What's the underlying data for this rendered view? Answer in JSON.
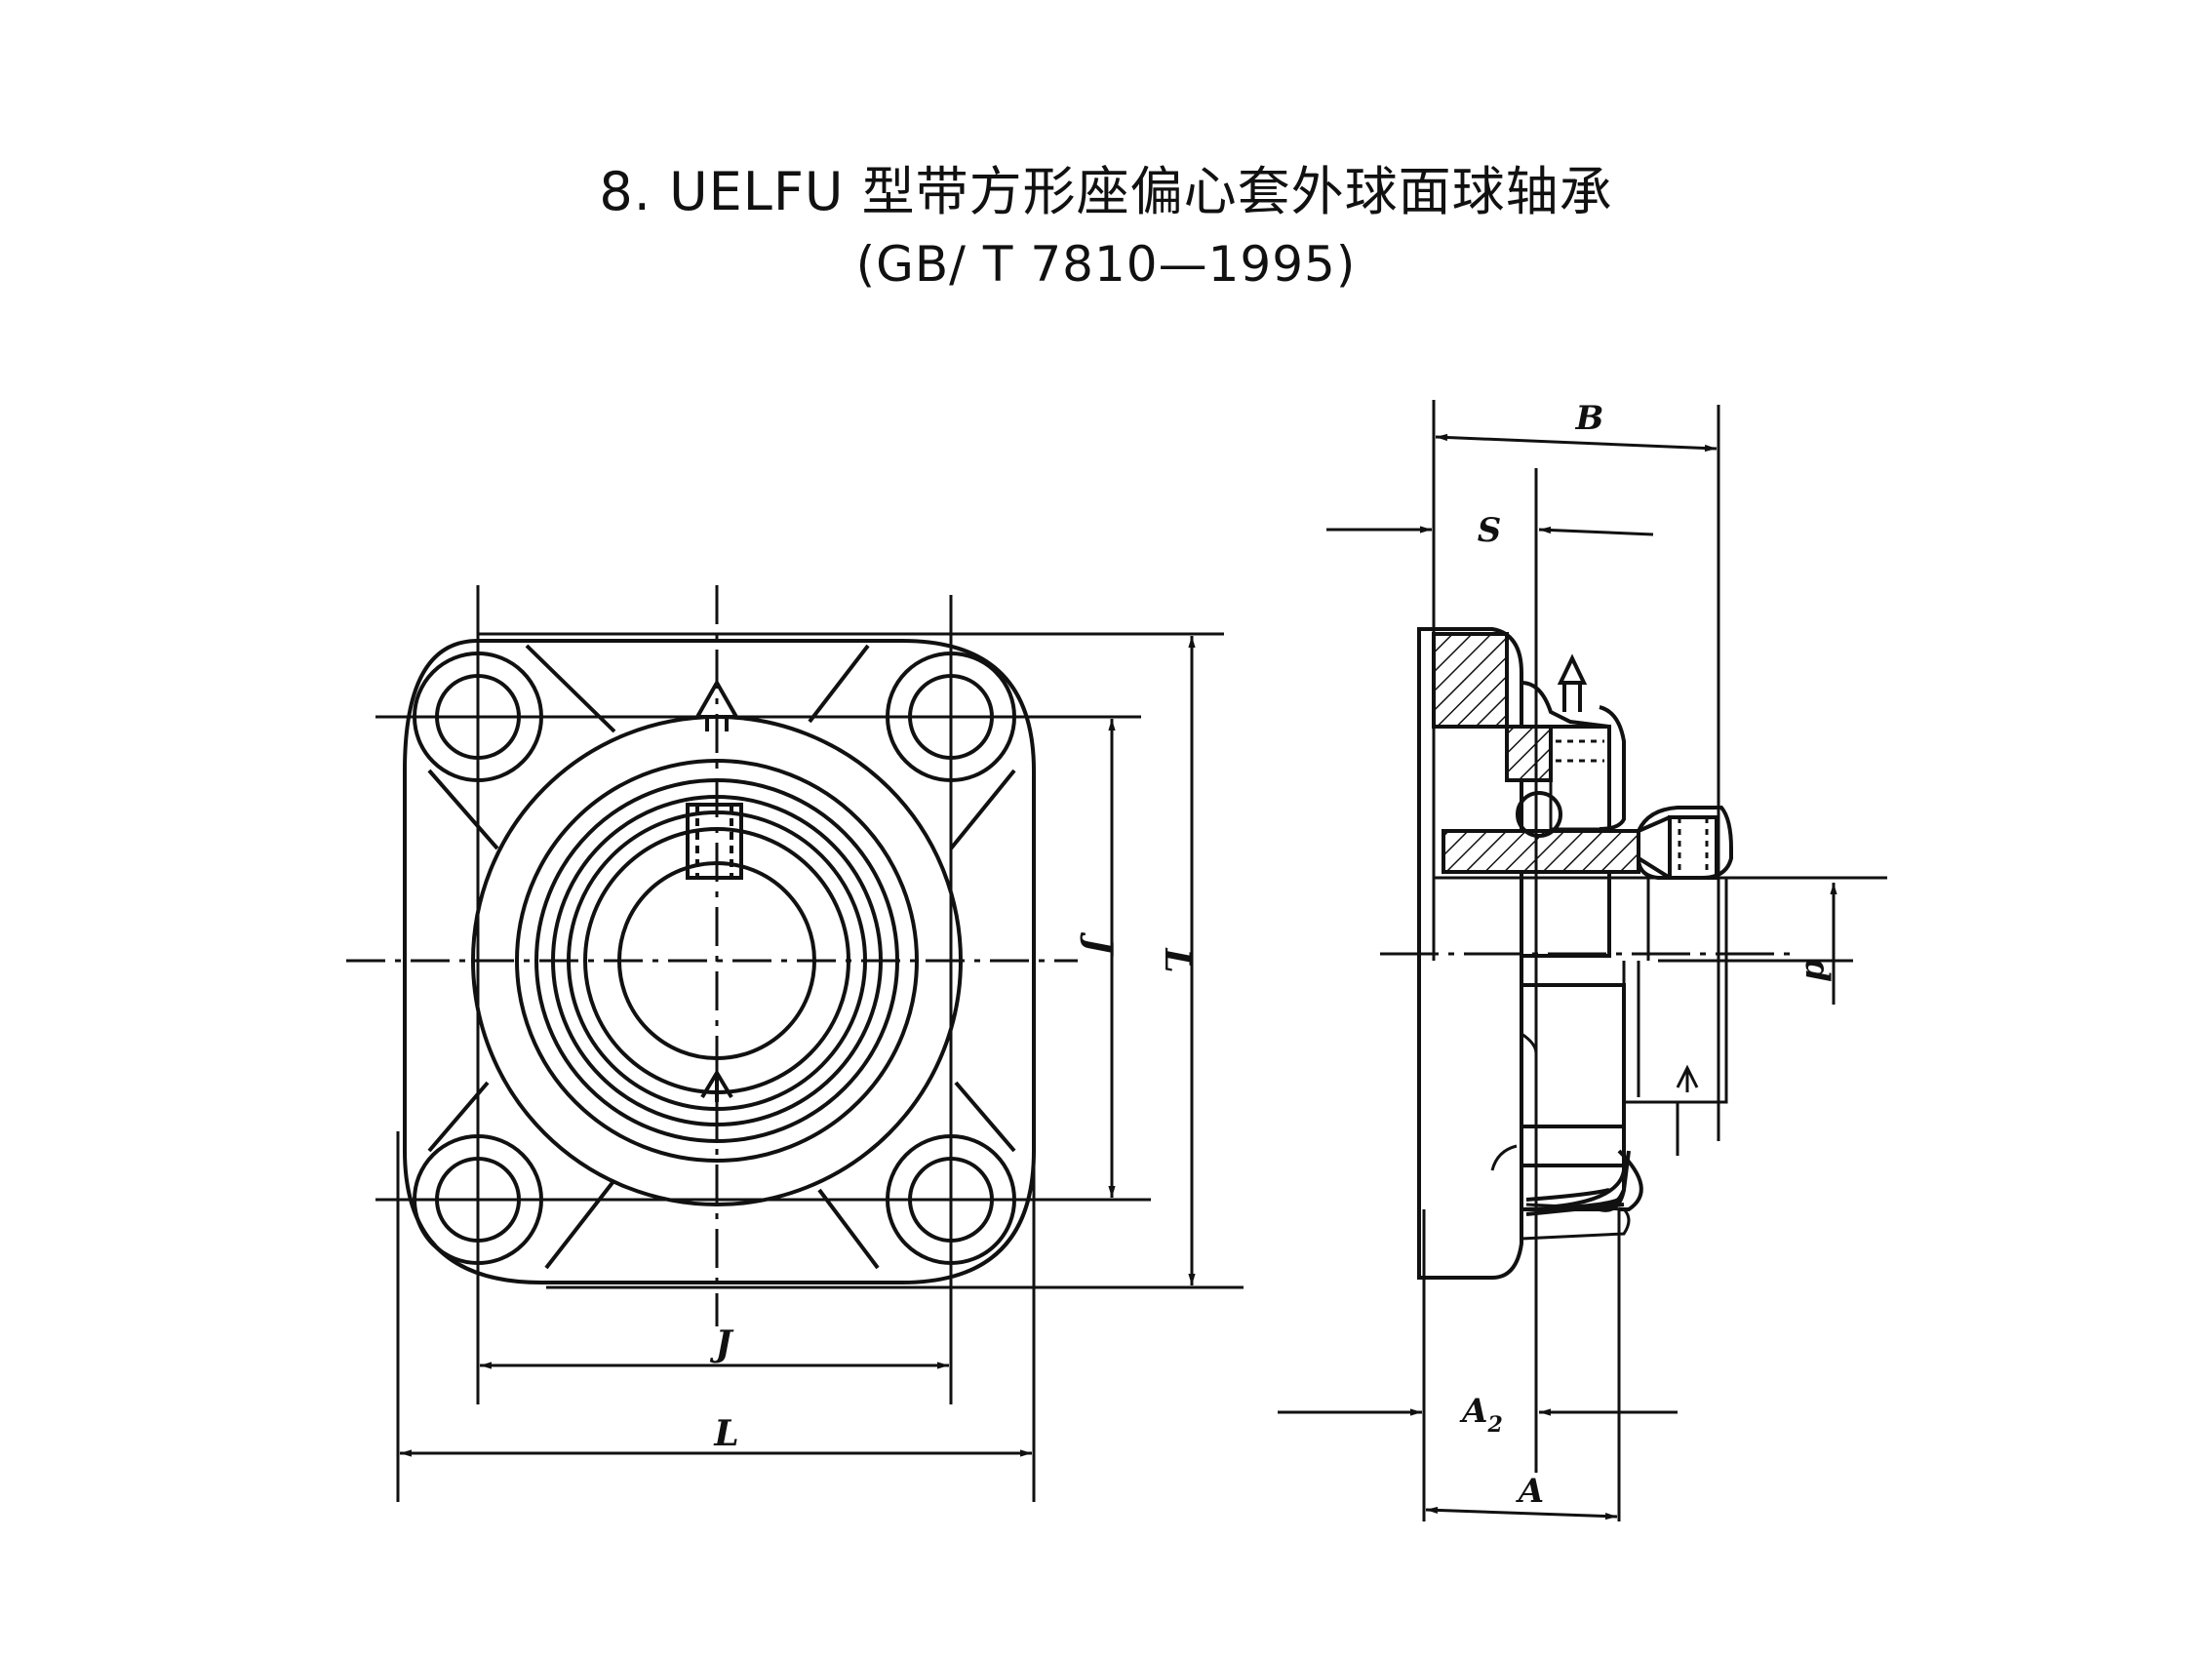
{
  "title": {
    "line1": "8. UELFU 型带方形座偏心套外球面球轴承",
    "line2": "(GB/ T 7810—1995)"
  },
  "labels": {
    "front_J_horizontal": "J",
    "front_L_horizontal": "L",
    "front_J_vertical": "J",
    "front_L_vertical": "L",
    "side_B": "B",
    "side_S": "S",
    "side_d": "d",
    "side_A2": "A",
    "side_A2_sub": "2",
    "side_A": "A"
  },
  "colors": {
    "ink": "#111111",
    "paper": "#ffffff"
  }
}
